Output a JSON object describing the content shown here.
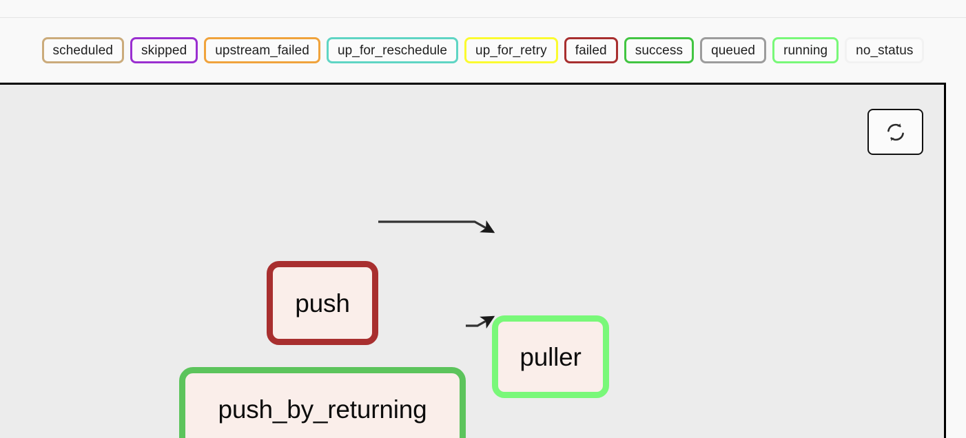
{
  "page": {
    "background": "#f9f9f9",
    "canvas_background": "#ececec"
  },
  "legend": {
    "name": "task-status-legend",
    "badges": [
      {
        "label": "scheduled",
        "border_color": "#cbab7b",
        "fill": "#fbfbfb"
      },
      {
        "label": "skipped",
        "border_color": "#9a2fd0",
        "fill": "#fbfbfb"
      },
      {
        "label": "upstream_failed",
        "border_color": "#f0a33c",
        "fill": "#fbfbfb"
      },
      {
        "label": "up_for_reschedule",
        "border_color": "#5fd5c4",
        "fill": "#fbfbfb"
      },
      {
        "label": "up_for_retry",
        "border_color": "#fbfb30",
        "fill": "#fbfbfb"
      },
      {
        "label": "failed",
        "border_color": "#a82f2f",
        "fill": "#fbfbfb"
      },
      {
        "label": "success",
        "border_color": "#42c542",
        "fill": "#fbfbfb"
      },
      {
        "label": "queued",
        "border_color": "#9c9c9c",
        "fill": "#fbfbfb"
      },
      {
        "label": "running",
        "border_color": "#79f879",
        "fill": "#fbfbfb"
      },
      {
        "label": "no_status",
        "border_color": "#f2f2f2",
        "fill": "#fbfbfb"
      }
    ]
  },
  "toolbar": {
    "refresh_icon": "refresh-icon",
    "refresh_label": ""
  },
  "graph": {
    "name": "dag-graph",
    "nodes": [
      {
        "id": "push",
        "label": "push",
        "status": "failed",
        "border_color": "#a82f2f",
        "fill": "#faeeea"
      },
      {
        "id": "push_by_returning",
        "label": "push_by_returning",
        "status": "success",
        "border_color": "#5cc45c",
        "fill": "#faeeea"
      },
      {
        "id": "puller",
        "label": "puller",
        "status": "running",
        "border_color": "#79f879",
        "fill": "#faeeea"
      }
    ],
    "edges": [
      {
        "from": "push",
        "to": "puller"
      },
      {
        "from": "push_by_returning",
        "to": "puller"
      }
    ],
    "edge_color": "#333333"
  }
}
